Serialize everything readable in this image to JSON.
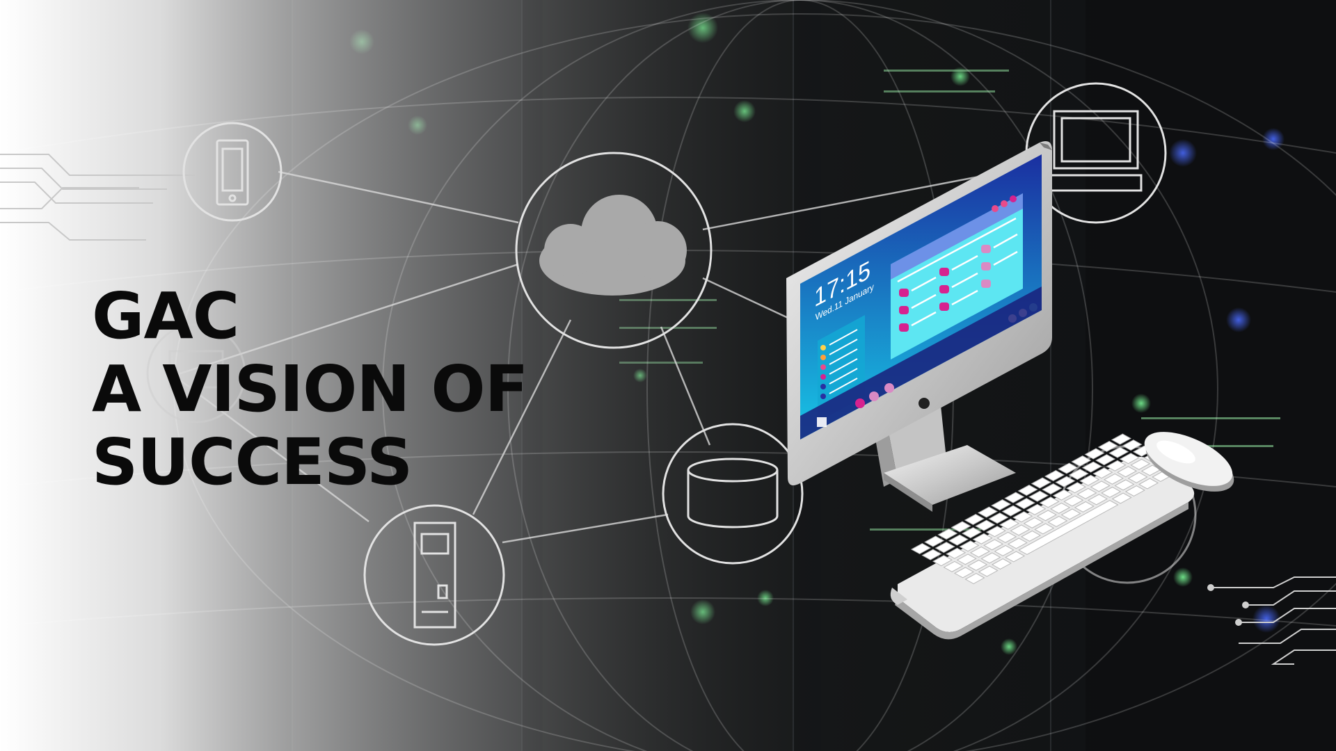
{
  "headline": {
    "line1": "GAC",
    "line2": "A VISION OF",
    "line3": "SUCCESS"
  },
  "monitor_screen": {
    "time": "17:15",
    "date": "Wed.11 January"
  },
  "network_nodes": [
    "phone-icon",
    "cloud-icon",
    "laptop-icon",
    "database-icon",
    "server-tower-icon",
    "monitor-icon"
  ],
  "colors": {
    "headline": "#0a0a0a",
    "screen_gradient_top": "#1a2fa0",
    "screen_gradient_bottom": "#18c6e6",
    "accent_magenta": "#d6228f",
    "line_stroke": "#d8d8d8"
  }
}
